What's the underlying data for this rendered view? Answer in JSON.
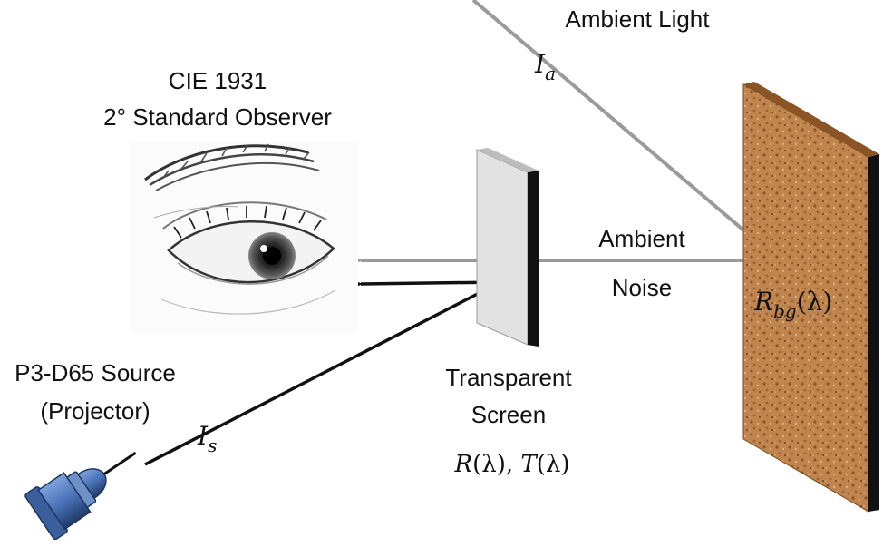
{
  "labels": {
    "observer_line1": "CIE 1931",
    "observer_line2": "2° Standard Observer",
    "ambient_light": "Ambient Light",
    "ambient_noise_1": "Ambient",
    "ambient_noise_2": "Noise",
    "source_line1": "P3-D65 Source",
    "source_line2": "(Projector)",
    "screen_line1": "Transparent",
    "screen_line2": "Screen"
  },
  "math": {
    "ambient_symbol": "I",
    "ambient_sub": "a",
    "source_symbol": "I",
    "source_sub": "s",
    "background_R": "R",
    "background_sub": "bg",
    "background_arg": "(λ)",
    "screen_formula_R": "R",
    "screen_formula_mid": "(λ), ",
    "screen_formula_T": "T",
    "screen_formula_end": "(λ)"
  },
  "colors": {
    "ambient_ray": "#9a9a9a",
    "source_ray": "#111111",
    "screen_face": "#e2e2e2",
    "screen_edge": "#111111",
    "background_panel": "#c0854e",
    "projector_body": "#4a74b8",
    "projector_dark": "#203a6a"
  },
  "icons": {
    "eye": "eye-icon",
    "projector": "projector-icon",
    "background": "cork-background-panel"
  }
}
